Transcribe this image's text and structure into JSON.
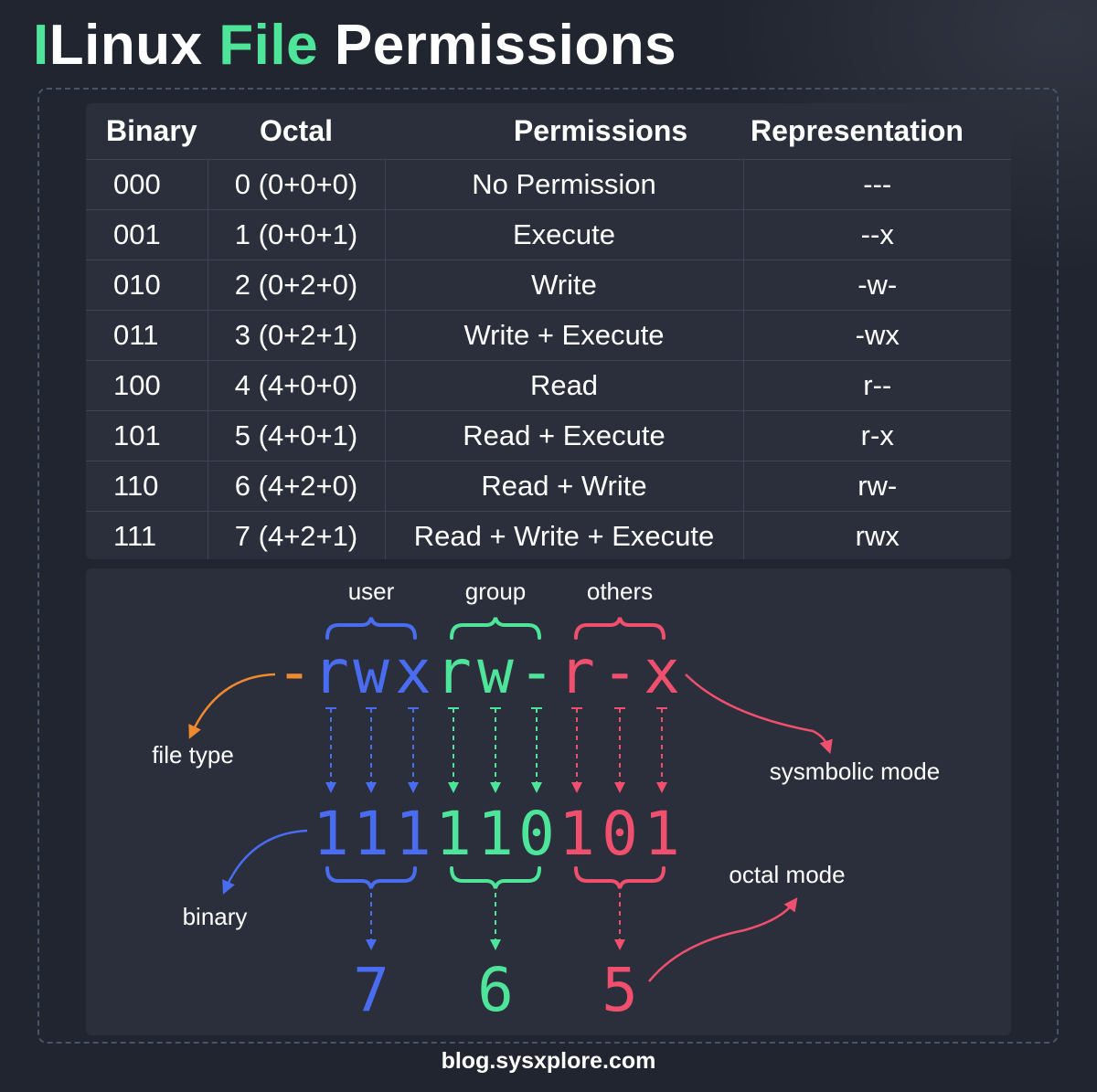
{
  "title": {
    "part1": "Linux",
    "part2": "File",
    "part3": "Permissions"
  },
  "table": {
    "headers": [
      "Binary",
      "Octal",
      "Permissions",
      "Representation"
    ],
    "rows": [
      {
        "binary": "000",
        "octal": "0 (0+0+0)",
        "permission": "No Permission",
        "rep": "---"
      },
      {
        "binary": "001",
        "octal": "1 (0+0+1)",
        "permission": "Execute",
        "rep": "--x"
      },
      {
        "binary": "010",
        "octal": "2 (0+2+0)",
        "permission": "Write",
        "rep": "-w-"
      },
      {
        "binary": "011",
        "octal": "3 (0+2+1)",
        "permission": "Write + Execute",
        "rep": "-wx"
      },
      {
        "binary": "100",
        "octal": "4 (4+0+0)",
        "permission": "Read",
        "rep": "r--"
      },
      {
        "binary": "101",
        "octal": "5 (4+0+1)",
        "permission": "Read + Execute",
        "rep": "r-x"
      },
      {
        "binary": "110",
        "octal": "6 (4+2+0)",
        "permission": "Read + Write",
        "rep": "rw-"
      },
      {
        "binary": "111",
        "octal": "7 (4+2+1)",
        "permission": "Read + Write + Execute",
        "rep": "rwx"
      }
    ]
  },
  "diagram": {
    "labels": {
      "user": "user",
      "group": "group",
      "others": "others",
      "file_type": "file type",
      "symbolic": "sysmbolic mode",
      "binary": "binary",
      "octal": "octal mode"
    },
    "file_type_char": "-",
    "groups": [
      {
        "symbols": [
          "r",
          "w",
          "x"
        ],
        "bits": [
          "1",
          "1",
          "1"
        ],
        "octal": "7"
      },
      {
        "symbols": [
          "r",
          "w",
          "-"
        ],
        "bits": [
          "1",
          "1",
          "0"
        ],
        "octal": "6"
      },
      {
        "symbols": [
          "r",
          "-",
          "x"
        ],
        "bits": [
          "1",
          "0",
          "1"
        ],
        "octal": "5"
      }
    ],
    "colors": {
      "user": "#4a6cf0",
      "group": "#4ee59a",
      "others": "#f0506e",
      "file_type": "#f08a30",
      "title_accent": "#4ee59a",
      "background": "#21252f",
      "panel": "#2a2f3b"
    }
  },
  "footer": "blog.sysxplore.com"
}
